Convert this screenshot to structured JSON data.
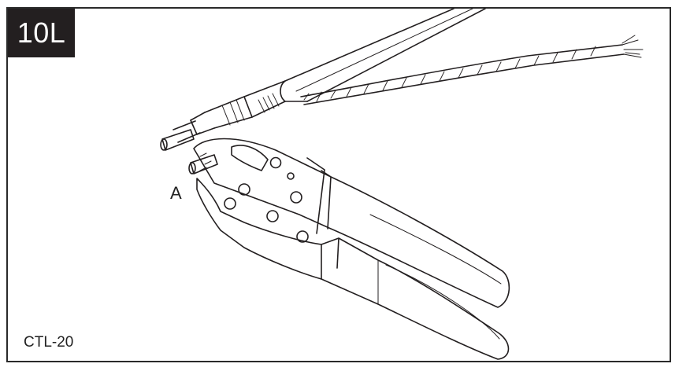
{
  "step": {
    "label": "10L"
  },
  "callouts": [
    {
      "label": "A"
    }
  ],
  "footer": {
    "model": "CTL-20"
  },
  "colors": {
    "line": "#231f20",
    "badge_bg": "#231f20",
    "badge_text": "#ffffff"
  }
}
